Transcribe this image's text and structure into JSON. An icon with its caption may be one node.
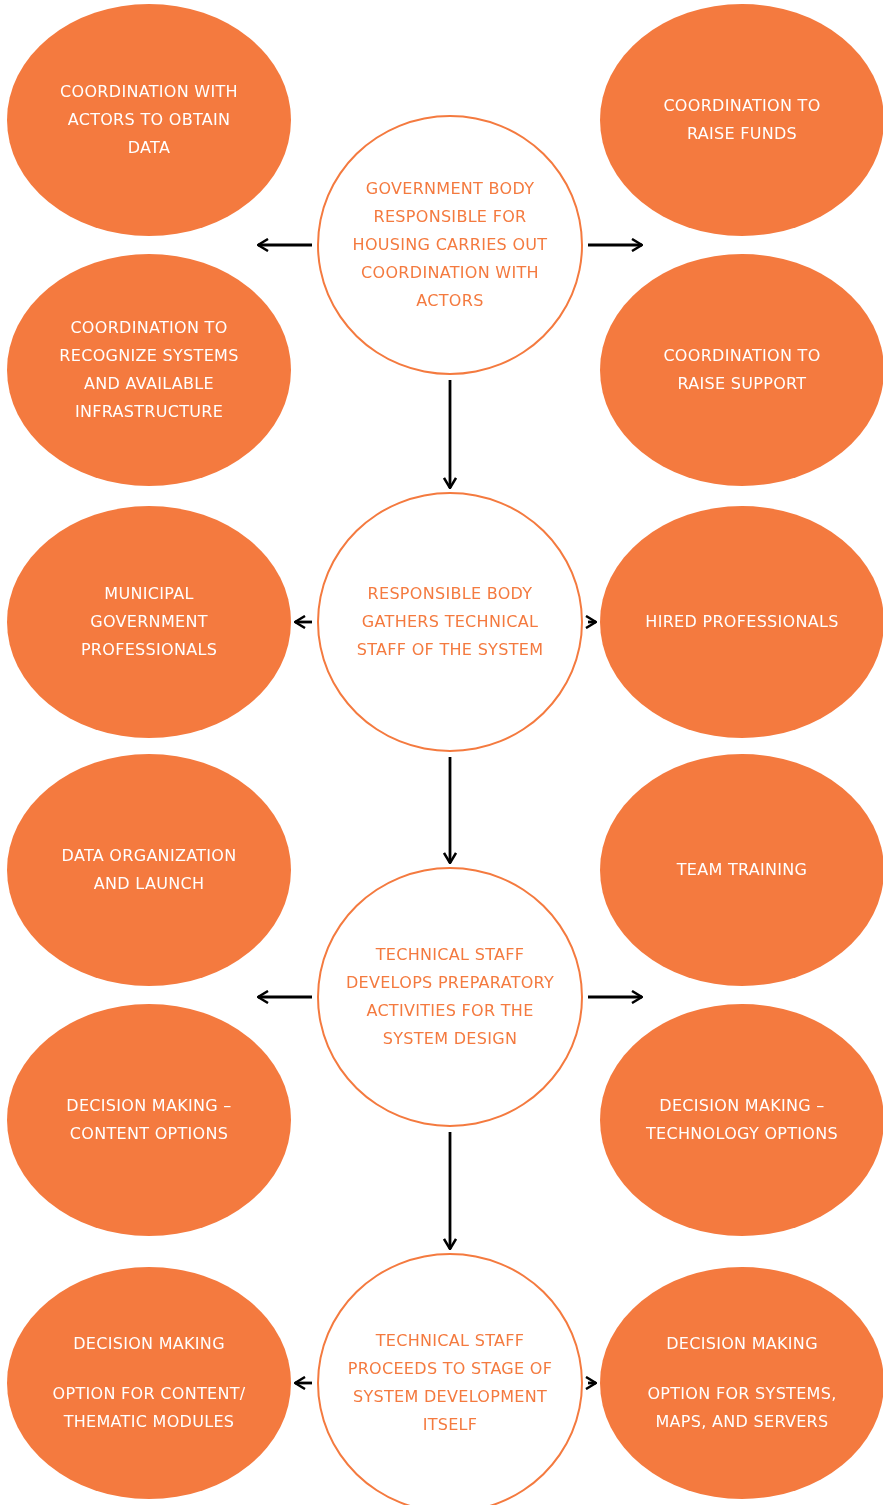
{
  "diagram": {
    "nodes": [
      {
        "text": [
          "COORDINATION WITH ACTORS TO OBTAIN DATA"
        ]
      },
      {
        "text": [
          "COORDINATION TO RAISE FUNDS"
        ]
      },
      {
        "text": [
          "GOVERNMENT BODY RESPONSIBLE FOR HOUSING CARRIES OUT COORDINATION WITH ACTORS"
        ]
      },
      {
        "text": [
          "COORDINATION TO RECOGNIZE SYSTEMS AND AVAILABLE INFRASTRUCTURE"
        ]
      },
      {
        "text": [
          "COORDINATION TO RAISE SUPPORT"
        ]
      },
      {
        "text": [
          "MUNICIPAL GOVERNMENT PROFESSIONALS"
        ]
      },
      {
        "text": [
          "RESPONSIBLE BODY GATHERS TECHNICAL STAFF OF THE SYSTEM"
        ]
      },
      {
        "text": [
          "HIRED PROFESSIONALS"
        ]
      },
      {
        "text": [
          "DATA ORGANIZATION AND LAUNCH"
        ]
      },
      {
        "text": [
          "TEAM TRAINING"
        ]
      },
      {
        "text": [
          "TECHNICAL STAFF DEVELOPS PREPARATORY ACTIVITIES FOR THE SYSTEM DESIGN"
        ]
      },
      {
        "text": [
          "DECISION MAKING – CONTENT OPTIONS"
        ]
      },
      {
        "text": [
          "DECISION MAKING – TECHNOLOGY OPTIONS"
        ]
      },
      {
        "text": [
          "TECHNICAL STAFF PROCEEDS TO STAGE OF SYSTEM DEVELOPMENT ITSELF"
        ]
      },
      {
        "text": [
          "DECISION MAKING",
          "OPTION FOR CONTENT/ THEMATIC MODULES"
        ]
      },
      {
        "text": [
          "DECISION MAKING",
          "OPTION FOR SYSTEMS, MAPS, AND SERVERS"
        ]
      }
    ],
    "edges": [
      {
        "from": 2,
        "to": 0,
        "arrow": "to"
      },
      {
        "from": 2,
        "to": 1,
        "arrow": "to"
      },
      {
        "from": 2,
        "to": 6,
        "arrow": "to"
      },
      {
        "from": 6,
        "to": 5,
        "arrow": "to"
      },
      {
        "from": 6,
        "to": 7,
        "arrow": "to"
      },
      {
        "from": 6,
        "to": 10,
        "arrow": "to"
      },
      {
        "from": 10,
        "to": 8,
        "arrow": "to"
      },
      {
        "from": 10,
        "to": 9,
        "arrow": "to"
      },
      {
        "from": 10,
        "to": 13,
        "arrow": "to"
      },
      {
        "from": 13,
        "to": 14,
        "arrow": "to"
      },
      {
        "from": 13,
        "to": 15,
        "arrow": "to"
      }
    ]
  }
}
